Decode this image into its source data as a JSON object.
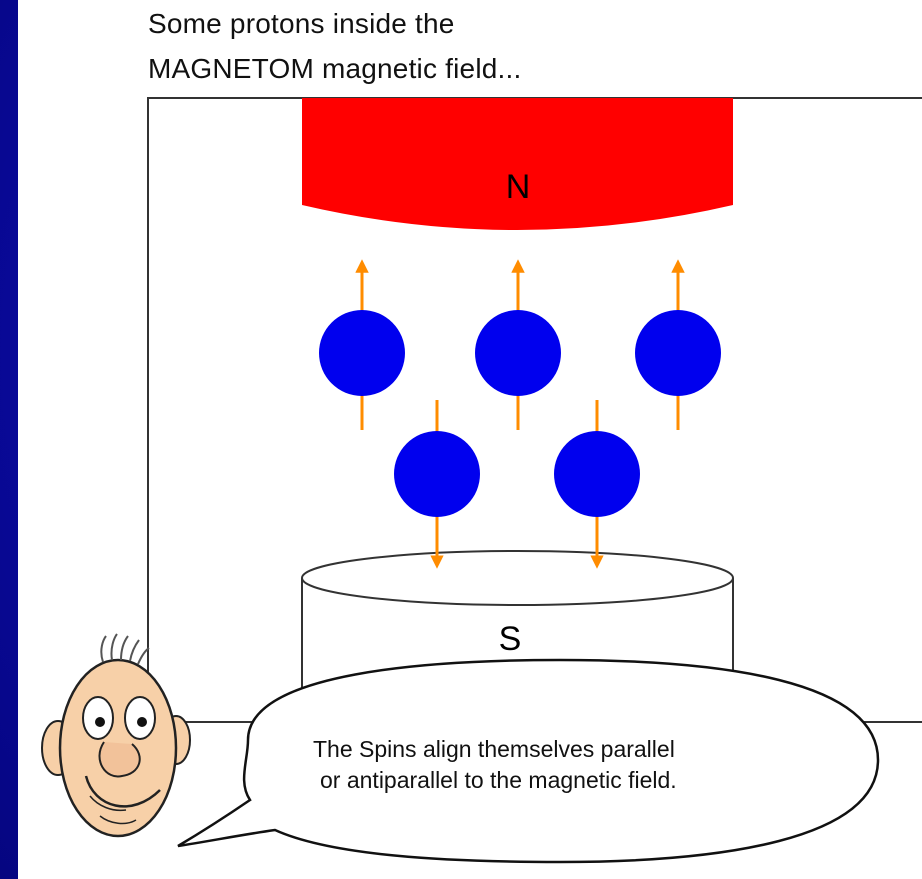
{
  "caption": {
    "line1": "Some protons inside the",
    "line2": "MAGNETOM magnetic field..."
  },
  "magnet": {
    "north_label": "N",
    "south_label": "S",
    "north_color": "#ff0000",
    "south_color": "#ffffff"
  },
  "protons": {
    "color": "#0000ee",
    "arrow_color": "#ff8c00",
    "items": [
      {
        "name": "proton-1",
        "spin": "up"
      },
      {
        "name": "proton-2",
        "spin": "up"
      },
      {
        "name": "proton-3",
        "spin": "up"
      },
      {
        "name": "proton-4",
        "spin": "down"
      },
      {
        "name": "proton-5",
        "spin": "down"
      }
    ]
  },
  "speech_bubble": {
    "line1": "The Spins align themselves parallel",
    "line2": "or antiparallel to the magnetic field."
  },
  "colors": {
    "background": "#0c0ca8",
    "panel": "#ffffff",
    "face": "#f7d0a8"
  }
}
